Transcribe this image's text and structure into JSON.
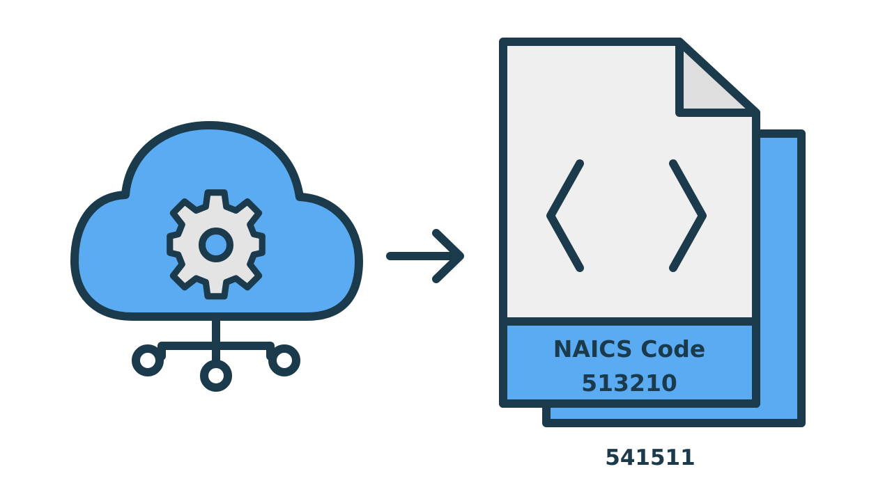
{
  "colors": {
    "outline": "#1b3a4b",
    "cloud_fill": "#5aabf2",
    "gear_fill": "#e4e4e4",
    "page_fill": "#efefef",
    "fold_fill": "#dedede",
    "back_page_fill": "#5aabf2",
    "band_fill": "#5aabf2",
    "background": "#ffffff"
  },
  "icons": {
    "cloud": "cloud-settings-icon",
    "gear": "gear-icon",
    "network": "network-nodes-icon",
    "arrow": "arrow-right-icon",
    "document": "code-document-icon",
    "code_brackets": "angle-brackets-icon"
  },
  "document": {
    "band_line_1": "NAICS Code",
    "band_line_2": "513210",
    "bottom_code": "541511"
  }
}
